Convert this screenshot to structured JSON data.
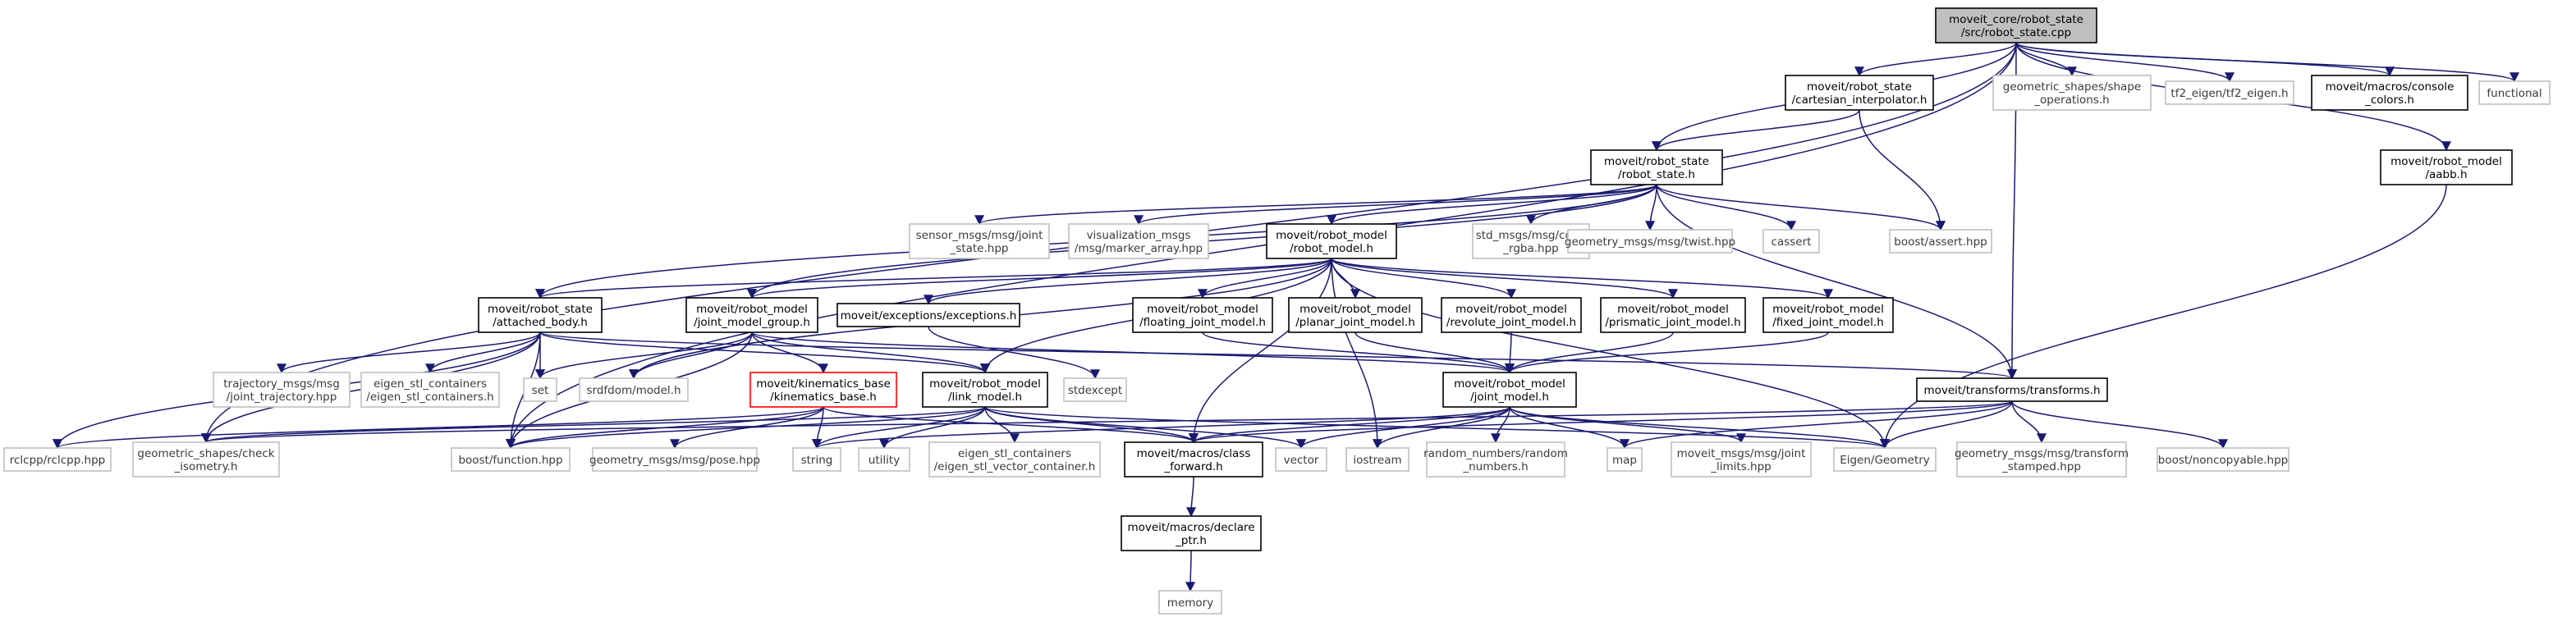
{
  "graph": {
    "title": "",
    "edge_color": "#191970",
    "root_fill": "#bfbfbf",
    "missing_color": "#bfbfbf",
    "error_color": "#ff0000",
    "nodes": [
      {
        "id": "root",
        "lines": [
          "moveit_core/robot_state",
          "/src/robot_state.cpp"
        ],
        "style": "root"
      },
      {
        "id": "cart",
        "lines": [
          "moveit/robot_state",
          "/cartesian_interpolator.h"
        ],
        "style": "solid"
      },
      {
        "id": "geomops",
        "lines": [
          "geometric_shapes/shape",
          "_operations.h"
        ],
        "style": "gray"
      },
      {
        "id": "tf2eigen",
        "lines": [
          "tf2_eigen/tf2_eigen.h"
        ],
        "style": "gray"
      },
      {
        "id": "consolecolors",
        "lines": [
          "moveit/macros/console",
          "_colors.h"
        ],
        "style": "solid"
      },
      {
        "id": "functional",
        "lines": [
          "functional"
        ],
        "style": "gray"
      },
      {
        "id": "rs",
        "lines": [
          "moveit/robot_state",
          "/robot_state.h"
        ],
        "style": "solid"
      },
      {
        "id": "aabb",
        "lines": [
          "moveit/robot_model",
          "/aabb.h"
        ],
        "style": "solid"
      },
      {
        "id": "sensormsgs",
        "lines": [
          "sensor_msgs/msg/joint",
          "_state.hpp"
        ],
        "style": "gray"
      },
      {
        "id": "vizmsgs",
        "lines": [
          "visualization_msgs",
          "/msg/marker_array.hpp"
        ],
        "style": "gray"
      },
      {
        "id": "rm",
        "lines": [
          "moveit/robot_model",
          "/robot_model.h"
        ],
        "style": "solid"
      },
      {
        "id": "colorrgba",
        "lines": [
          "std_msgs/msg/color",
          "_rgba.hpp"
        ],
        "style": "gray"
      },
      {
        "id": "twist",
        "lines": [
          "geometry_msgs/msg/twist.hpp"
        ],
        "style": "gray"
      },
      {
        "id": "cassert",
        "lines": [
          "cassert"
        ],
        "style": "gray"
      },
      {
        "id": "boostassert",
        "lines": [
          "boost/assert.hpp"
        ],
        "style": "gray"
      },
      {
        "id": "ab",
        "lines": [
          "moveit/robot_state",
          "/attached_body.h"
        ],
        "style": "solid"
      },
      {
        "id": "jmg",
        "lines": [
          "moveit/robot_model",
          "/joint_model_group.h"
        ],
        "style": "solid"
      },
      {
        "id": "exceptions",
        "lines": [
          "moveit/exceptions/exceptions.h"
        ],
        "style": "solid"
      },
      {
        "id": "floating",
        "lines": [
          "moveit/robot_model",
          "/floating_joint_model.h"
        ],
        "style": "solid"
      },
      {
        "id": "planar",
        "lines": [
          "moveit/robot_model",
          "/planar_joint_model.h"
        ],
        "style": "solid"
      },
      {
        "id": "revolute",
        "lines": [
          "moveit/robot_model",
          "/revolute_joint_model.h"
        ],
        "style": "solid"
      },
      {
        "id": "prismatic",
        "lines": [
          "moveit/robot_model",
          "/prismatic_joint_model.h"
        ],
        "style": "solid"
      },
      {
        "id": "fixed",
        "lines": [
          "moveit/robot_model",
          "/fixed_joint_model.h"
        ],
        "style": "solid"
      },
      {
        "id": "trajmsgs",
        "lines": [
          "trajectory_msgs/msg",
          "/joint_trajectory.hpp"
        ],
        "style": "gray"
      },
      {
        "id": "eigcont",
        "lines": [
          "eigen_stl_containers",
          "/eigen_stl_containers.h"
        ],
        "style": "gray"
      },
      {
        "id": "set",
        "lines": [
          "set"
        ],
        "style": "gray"
      },
      {
        "id": "srdf",
        "lines": [
          "srdfdom/model.h"
        ],
        "style": "gray"
      },
      {
        "id": "kinbase",
        "lines": [
          "moveit/kinematics_base",
          "/kinematics_base.h"
        ],
        "style": "red"
      },
      {
        "id": "lm",
        "lines": [
          "moveit/robot_model",
          "/link_model.h"
        ],
        "style": "solid"
      },
      {
        "id": "stdexcept",
        "lines": [
          "stdexcept"
        ],
        "style": "gray"
      },
      {
        "id": "jm",
        "lines": [
          "moveit/robot_model",
          "/joint_model.h"
        ],
        "style": "solid"
      },
      {
        "id": "transforms",
        "lines": [
          "moveit/transforms/transforms.h"
        ],
        "style": "solid"
      },
      {
        "id": "rclcpp",
        "lines": [
          "rclcpp/rclcpp.hpp"
        ],
        "style": "gray"
      },
      {
        "id": "checkiso",
        "lines": [
          "geometric_shapes/check",
          "_isometry.h"
        ],
        "style": "gray"
      },
      {
        "id": "boostfunc",
        "lines": [
          "boost/function.hpp"
        ],
        "style": "gray"
      },
      {
        "id": "pose",
        "lines": [
          "geometry_msgs/msg/pose.hpp"
        ],
        "style": "gray"
      },
      {
        "id": "string",
        "lines": [
          "string"
        ],
        "style": "gray"
      },
      {
        "id": "utility",
        "lines": [
          "utility"
        ],
        "style": "gray"
      },
      {
        "id": "eigvec",
        "lines": [
          "eigen_stl_containers",
          "/eigen_stl_vector_container.h"
        ],
        "style": "gray"
      },
      {
        "id": "classfwd",
        "lines": [
          "moveit/macros/class",
          "_forward.h"
        ],
        "style": "solid"
      },
      {
        "id": "vector",
        "lines": [
          "vector"
        ],
        "style": "gray"
      },
      {
        "id": "iostream",
        "lines": [
          "iostream"
        ],
        "style": "gray"
      },
      {
        "id": "randnum",
        "lines": [
          "random_numbers/random",
          "_numbers.h"
        ],
        "style": "gray"
      },
      {
        "id": "map",
        "lines": [
          "map"
        ],
        "style": "gray"
      },
      {
        "id": "jointlimits",
        "lines": [
          "moveit_msgs/msg/joint",
          "_limits.hpp"
        ],
        "style": "gray"
      },
      {
        "id": "eigengeom",
        "lines": [
          "Eigen/Geometry"
        ],
        "style": "gray"
      },
      {
        "id": "tfstamped",
        "lines": [
          "geometry_msgs/msg/transform",
          "_stamped.hpp"
        ],
        "style": "gray"
      },
      {
        "id": "noncopy",
        "lines": [
          "boost/noncopyable.hpp"
        ],
        "style": "gray"
      },
      {
        "id": "declptr",
        "lines": [
          "moveit/macros/declare",
          "_ptr.h"
        ],
        "style": "solid"
      },
      {
        "id": "memory",
        "lines": [
          "memory"
        ],
        "style": "gray"
      }
    ],
    "edges": [
      [
        "root",
        "cart"
      ],
      [
        "root",
        "geomops"
      ],
      [
        "root",
        "tf2eigen"
      ],
      [
        "root",
        "consolecolors"
      ],
      [
        "root",
        "functional"
      ],
      [
        "root",
        "rs"
      ],
      [
        "root",
        "aabb"
      ],
      [
        "root",
        "transforms"
      ],
      [
        "root",
        "checkiso"
      ],
      [
        "root",
        "boostfunc"
      ],
      [
        "cart",
        "rs"
      ],
      [
        "cart",
        "boostassert"
      ],
      [
        "rs",
        "sensormsgs"
      ],
      [
        "rs",
        "vizmsgs"
      ],
      [
        "rs",
        "rm"
      ],
      [
        "rs",
        "colorrgba"
      ],
      [
        "rs",
        "twist"
      ],
      [
        "rs",
        "cassert"
      ],
      [
        "rs",
        "boostassert"
      ],
      [
        "rs",
        "ab"
      ],
      [
        "rs",
        "jmg"
      ],
      [
        "rs",
        "transforms"
      ],
      [
        "aabb",
        "eigengeom"
      ],
      [
        "rm",
        "ab"
      ],
      [
        "rm",
        "jmg"
      ],
      [
        "rm",
        "exceptions"
      ],
      [
        "rm",
        "floating"
      ],
      [
        "rm",
        "planar"
      ],
      [
        "rm",
        "revolute"
      ],
      [
        "rm",
        "prismatic"
      ],
      [
        "rm",
        "fixed"
      ],
      [
        "rm",
        "srdf"
      ],
      [
        "rm",
        "classfwd"
      ],
      [
        "rm",
        "iostream"
      ],
      [
        "rm",
        "eigengeom"
      ],
      [
        "rm",
        "lm"
      ],
      [
        "ab",
        "trajmsgs"
      ],
      [
        "ab",
        "eigcont"
      ],
      [
        "ab",
        "set"
      ],
      [
        "ab",
        "lm"
      ],
      [
        "ab",
        "transforms"
      ],
      [
        "ab",
        "rclcpp"
      ],
      [
        "ab",
        "checkiso"
      ],
      [
        "ab",
        "boostfunc"
      ],
      [
        "jmg",
        "kinbase"
      ],
      [
        "jmg",
        "lm"
      ],
      [
        "jmg",
        "set"
      ],
      [
        "jmg",
        "srdf"
      ],
      [
        "jmg",
        "boostfunc"
      ],
      [
        "jmg",
        "jm"
      ],
      [
        "exceptions",
        "stdexcept"
      ],
      [
        "floating",
        "jm"
      ],
      [
        "planar",
        "jm"
      ],
      [
        "revolute",
        "jm"
      ],
      [
        "prismatic",
        "jm"
      ],
      [
        "fixed",
        "jm"
      ],
      [
        "kinbase",
        "rclcpp"
      ],
      [
        "kinbase",
        "boostfunc"
      ],
      [
        "kinbase",
        "pose"
      ],
      [
        "kinbase",
        "string"
      ],
      [
        "kinbase",
        "classfwd"
      ],
      [
        "lm",
        "string"
      ],
      [
        "lm",
        "utility"
      ],
      [
        "lm",
        "eigvec"
      ],
      [
        "lm",
        "classfwd"
      ],
      [
        "lm",
        "vector"
      ],
      [
        "lm",
        "eigengeom"
      ],
      [
        "lm",
        "checkiso"
      ],
      [
        "lm",
        "boostfunc"
      ],
      [
        "jm",
        "string"
      ],
      [
        "jm",
        "vector"
      ],
      [
        "jm",
        "iostream"
      ],
      [
        "jm",
        "randnum"
      ],
      [
        "jm",
        "map"
      ],
      [
        "jm",
        "jointlimits"
      ],
      [
        "jm",
        "eigengeom"
      ],
      [
        "jm",
        "classfwd"
      ],
      [
        "transforms",
        "eigengeom"
      ],
      [
        "transforms",
        "tfstamped"
      ],
      [
        "transforms",
        "noncopy"
      ],
      [
        "transforms",
        "map"
      ],
      [
        "transforms",
        "checkiso"
      ],
      [
        "transforms",
        "classfwd"
      ],
      [
        "classfwd",
        "declptr"
      ],
      [
        "declptr",
        "memory"
      ]
    ]
  }
}
